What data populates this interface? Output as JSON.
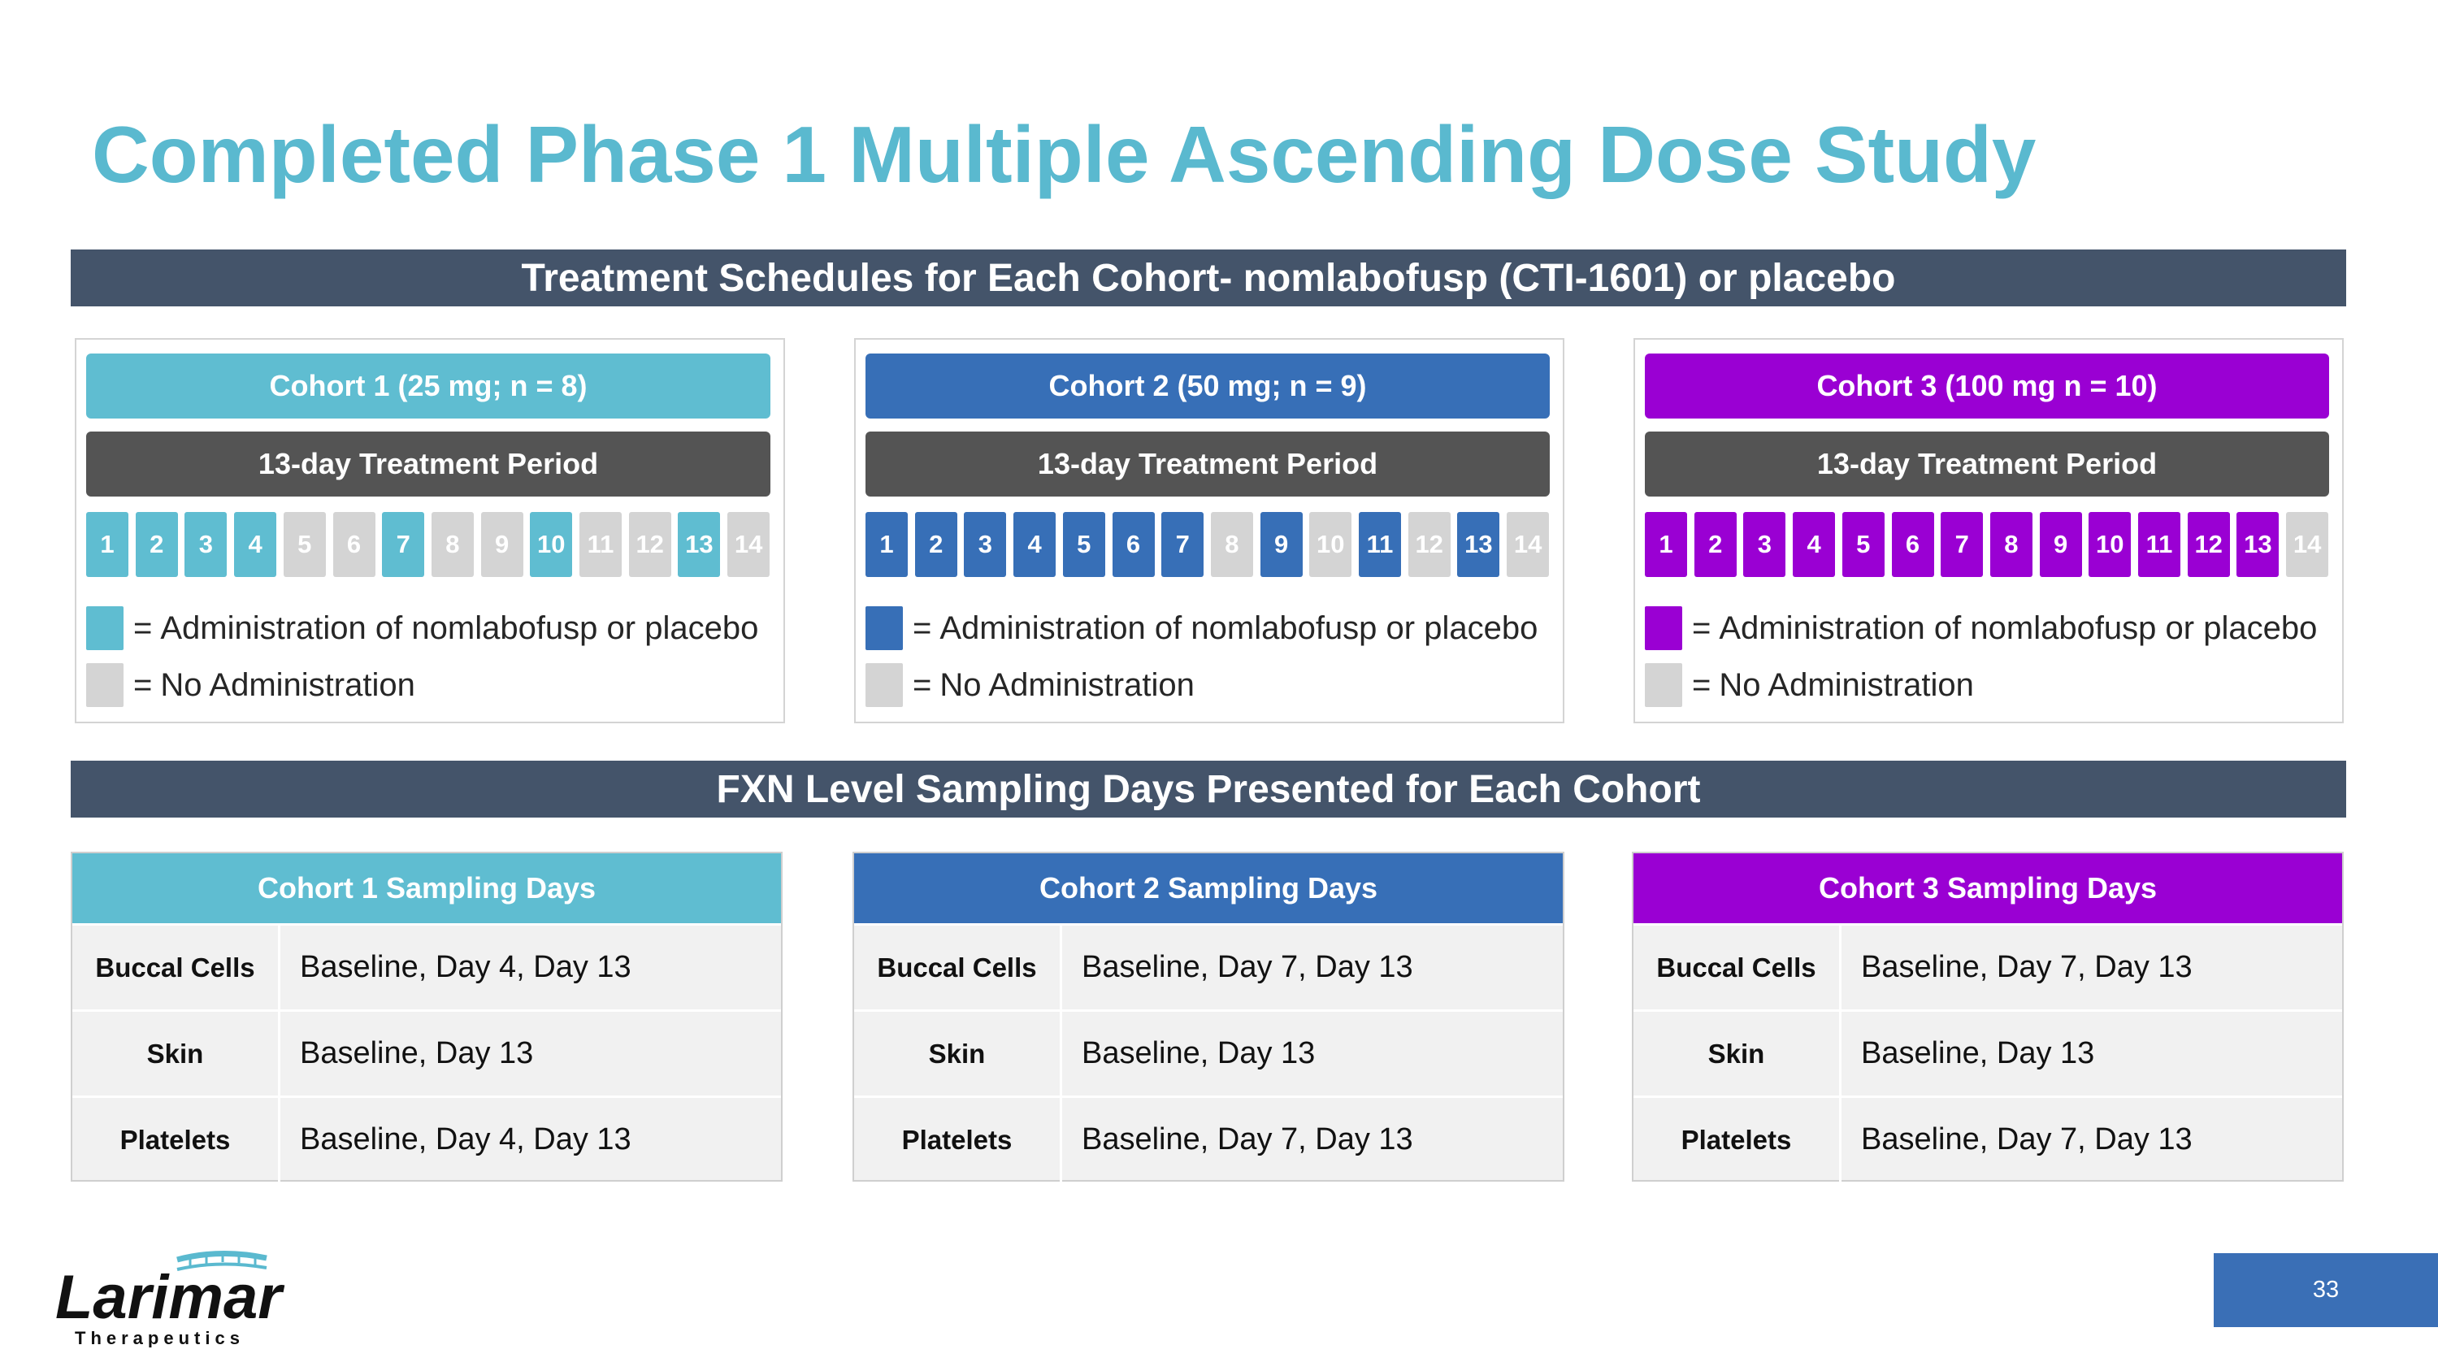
{
  "title": "Completed Phase 1 Multiple Ascending Dose Study",
  "section1_header": "Treatment Schedules for Each Cohort- nomlabofusp (CTI-1601) or placebo",
  "section2_header": "FXN Level Sampling Days Presented for Each Cohort",
  "colors": {
    "cohort1": "#5fbdd1",
    "cohort2": "#376fb7",
    "cohort3": "#9a00d3",
    "no_admin": "#d4d4d4",
    "header_bar": "#44546a",
    "title": "#5ab9cf"
  },
  "cohorts": [
    {
      "name": "Cohort 1 (25 mg; n = 8)",
      "period": "13-day Treatment Period",
      "days": [
        "1",
        "2",
        "3",
        "4",
        "5",
        "6",
        "7",
        "8",
        "9",
        "10",
        "11",
        "12",
        "13",
        "14"
      ],
      "administered": [
        true,
        true,
        true,
        true,
        false,
        false,
        true,
        false,
        false,
        true,
        false,
        false,
        true,
        false
      ],
      "legend_admin": "Administration of nomlabofusp  or placebo",
      "legend_none": "No Administration",
      "eq": "="
    },
    {
      "name": "Cohort 2 (50 mg; n = 9)",
      "period": "13-day Treatment Period",
      "days": [
        "1",
        "2",
        "3",
        "4",
        "5",
        "6",
        "7",
        "8",
        "9",
        "10",
        "11",
        "12",
        "13",
        "14"
      ],
      "administered": [
        true,
        true,
        true,
        true,
        true,
        true,
        true,
        false,
        true,
        false,
        true,
        false,
        true,
        false
      ],
      "legend_admin": "Administration of nomlabofusp or placebo",
      "legend_none": "No Administration",
      "eq": "="
    },
    {
      "name": "Cohort 3 (100 mg n = 10)",
      "period": "13-day Treatment Period",
      "days": [
        "1",
        "2",
        "3",
        "4",
        "5",
        "6",
        "7",
        "8",
        "9",
        "10",
        "11",
        "12",
        "13",
        "14"
      ],
      "administered": [
        true,
        true,
        true,
        true,
        true,
        true,
        true,
        true,
        true,
        true,
        true,
        true,
        true,
        false
      ],
      "legend_admin": "Administration of nomlabofusp or placebo",
      "legend_none": "No Administration",
      "eq": "="
    }
  ],
  "sampling": [
    {
      "header": "Cohort 1 Sampling Days",
      "rows": [
        {
          "label": "Buccal Cells",
          "value": "Baseline, Day 4, Day 13"
        },
        {
          "label": "Skin",
          "value": "Baseline, Day 13"
        },
        {
          "label": "Platelets",
          "value": "Baseline, Day 4, Day 13"
        }
      ]
    },
    {
      "header": "Cohort 2 Sampling Days",
      "rows": [
        {
          "label": "Buccal Cells",
          "value": "Baseline, Day 7, Day 13"
        },
        {
          "label": "Skin",
          "value": "Baseline, Day 13"
        },
        {
          "label": "Platelets",
          "value": "Baseline, Day 7, Day 13"
        }
      ]
    },
    {
      "header": "Cohort 3 Sampling Days",
      "rows": [
        {
          "label": "Buccal Cells",
          "value": "Baseline, Day 7, Day 13"
        },
        {
          "label": "Skin",
          "value": "Baseline, Day 13"
        },
        {
          "label": "Platelets",
          "value": "Baseline, Day 7, Day 13"
        }
      ]
    }
  ],
  "logo": {
    "name": "Larimar",
    "tagline": "Therapeutics"
  },
  "page_number": "33"
}
